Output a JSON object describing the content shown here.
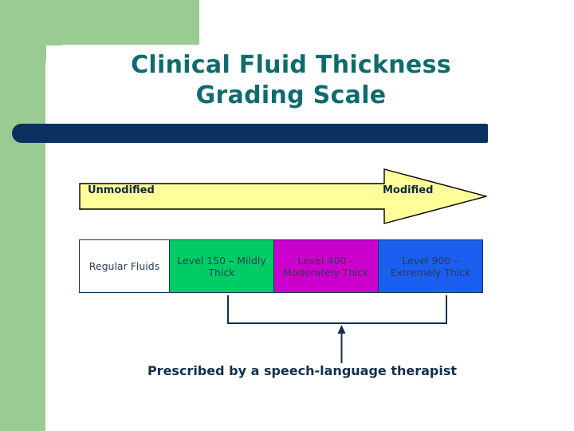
{
  "slide": {
    "title_line1": "Clinical Fluid Thickness",
    "title_line2": "Grading Scale",
    "caption": "Prescribed by a speech-language therapist"
  },
  "continuum": {
    "left_label": "Unmodified",
    "right_label": "Modified",
    "fill_color": "#FFFF99",
    "stroke_color": "#000000"
  },
  "grades": {
    "cells": [
      {
        "label": "Regular Fluids",
        "color": "#FFFFFF"
      },
      {
        "label": "Level 150 – Mildly Thick",
        "color": "#00CC66"
      },
      {
        "label": "Level 400 – Moderately Thick",
        "color": "#CC00CC"
      },
      {
        "label": "Level 900 – Extremely Thick",
        "color": "#1A5FF0"
      }
    ]
  },
  "theme": {
    "panel_green": "#9ACB93",
    "bar_navy": "#0A3161",
    "title_teal": "#0F6B6E",
    "caption_navy": "#12304D"
  }
}
